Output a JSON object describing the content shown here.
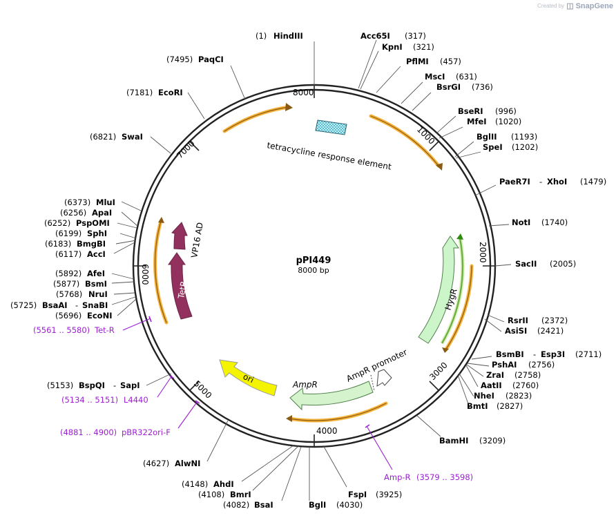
{
  "brand": {
    "prefix": "Created by",
    "logo": "SnapGene"
  },
  "plasmid": {
    "name": "pPI449",
    "length": "8000 bp",
    "total_bp": 8000
  },
  "ticks": [
    "8000",
    "1000",
    "2000",
    "3000",
    "4000",
    "5000",
    "6000",
    "7000"
  ],
  "sites": [
    {
      "id": "hindiii",
      "name": "HindIII",
      "pos": "(1)",
      "side": "L"
    },
    {
      "id": "acc65i",
      "name": "Acc65I",
      "pos": "(317)",
      "side": "R"
    },
    {
      "id": "kpni",
      "name": "KpnI",
      "pos": "(321)",
      "side": "R"
    },
    {
      "id": "pflmi",
      "name": "PflMI",
      "pos": "(457)",
      "side": "R"
    },
    {
      "id": "msci",
      "name": "MscI",
      "pos": "(631)",
      "side": "R"
    },
    {
      "id": "bsrgi",
      "name": "BsrGI",
      "pos": "(736)",
      "side": "R"
    },
    {
      "id": "bseri",
      "name": "BseRI",
      "pos": "(996)",
      "side": "R"
    },
    {
      "id": "mfei",
      "name": "MfeI",
      "pos": "(1020)",
      "side": "R"
    },
    {
      "id": "bglii",
      "name": "BglII",
      "pos": "(1193)",
      "side": "R"
    },
    {
      "id": "spei",
      "name": "SpeI",
      "pos": "(1202)",
      "side": "R"
    },
    {
      "id": "paer7i",
      "name": "PaeR7I",
      "pos": "(1479)",
      "side": "R"
    },
    {
      "id": "xhoi",
      "name": "XhoI",
      "pos": "",
      "side": "R"
    },
    {
      "id": "noti",
      "name": "NotI",
      "pos": "(1740)",
      "side": "R"
    },
    {
      "id": "sacii",
      "name": "SacII",
      "pos": "(2005)",
      "side": "R"
    },
    {
      "id": "rsrii",
      "name": "RsrII",
      "pos": "(2372)",
      "side": "R"
    },
    {
      "id": "asisi",
      "name": "AsiSI",
      "pos": "(2421)",
      "side": "R"
    },
    {
      "id": "bsmbi",
      "name": "BsmBI",
      "pos": "",
      "side": "R"
    },
    {
      "id": "esp3i",
      "name": "Esp3I",
      "pos": "(2711)",
      "side": "R"
    },
    {
      "id": "pshai",
      "name": "PshAI",
      "pos": "(2756)",
      "side": "R"
    },
    {
      "id": "zrai",
      "name": "ZraI",
      "pos": "(2758)",
      "side": "R"
    },
    {
      "id": "aatii",
      "name": "AatII",
      "pos": "(2760)",
      "side": "R"
    },
    {
      "id": "nhei",
      "name": "NheI",
      "pos": "(2823)",
      "side": "R"
    },
    {
      "id": "bmti",
      "name": "BmtI",
      "pos": "(2827)",
      "side": "R"
    },
    {
      "id": "bamhi",
      "name": "BamHI",
      "pos": "(3209)",
      "side": "R"
    },
    {
      "id": "fspi",
      "name": "FspI",
      "pos": "(3925)",
      "side": "R"
    },
    {
      "id": "bgli",
      "name": "BglI",
      "pos": "(4030)",
      "side": "R"
    },
    {
      "id": "bsai",
      "name": "BsaI",
      "pos": "(4082)",
      "side": "L"
    },
    {
      "id": "bmri",
      "name": "BmrI",
      "pos": "(4108)",
      "side": "L"
    },
    {
      "id": "ahdi",
      "name": "AhdI",
      "pos": "(4148)",
      "side": "L"
    },
    {
      "id": "alwni",
      "name": "AlwNI",
      "pos": "(4627)",
      "side": "L"
    },
    {
      "id": "bspqi",
      "name": "BspQI",
      "pos": "(5153)",
      "side": "L"
    },
    {
      "id": "sapi",
      "name": "SapI",
      "pos": "",
      "side": "L"
    },
    {
      "id": "econi",
      "name": "EcoNI",
      "pos": "(5696)",
      "side": "L"
    },
    {
      "id": "bsaai",
      "name": "BsaAI",
      "pos": "(5725)",
      "side": "L"
    },
    {
      "id": "snabi",
      "name": "SnaBI",
      "pos": "",
      "side": "L"
    },
    {
      "id": "nrui",
      "name": "NruI",
      "pos": "(5768)",
      "side": "L"
    },
    {
      "id": "bsmi",
      "name": "BsmI",
      "pos": "(5877)",
      "side": "L"
    },
    {
      "id": "afei",
      "name": "AfeI",
      "pos": "(5892)",
      "side": "L"
    },
    {
      "id": "acci",
      "name": "AccI",
      "pos": "(6117)",
      "side": "L"
    },
    {
      "id": "bmgbi",
      "name": "BmgBI",
      "pos": "(6183)",
      "side": "L"
    },
    {
      "id": "sphi",
      "name": "SphI",
      "pos": "(6199)",
      "side": "L"
    },
    {
      "id": "pspomi",
      "name": "PspOMI",
      "pos": "(6252)",
      "side": "L"
    },
    {
      "id": "apai",
      "name": "ApaI",
      "pos": "(6256)",
      "side": "L"
    },
    {
      "id": "mlui",
      "name": "MluI",
      "pos": "(6373)",
      "side": "L"
    },
    {
      "id": "swai",
      "name": "SwaI",
      "pos": "(6821)",
      "side": "L"
    },
    {
      "id": "ecori",
      "name": "EcoRI",
      "pos": "(7181)",
      "side": "L"
    },
    {
      "id": "paqci",
      "name": "PaqCI",
      "pos": "(7495)",
      "side": "L"
    }
  ],
  "primers": [
    {
      "id": "tet-r",
      "name": "Tet-R",
      "range": "(5561 .. 5580)"
    },
    {
      "id": "l4440",
      "name": "L4440",
      "range": "(5134 .. 5151)"
    },
    {
      "id": "pbr322ori-f",
      "name": "pBR322ori-F",
      "range": "(4881 .. 4900)"
    },
    {
      "id": "amp-r",
      "name": "Amp-R",
      "range": "(3579 .. 3598)"
    }
  ],
  "features": {
    "tre": "tetracycline response element",
    "hygr": "HygR",
    "ampr": "AmpR",
    "ampr_promoter": "AmpR promoter",
    "ori": "ori",
    "tetr": "TetR",
    "vp16": "VP16 AD"
  },
  "colors": {
    "backbone": "#222222",
    "primer": "#9b1fd0",
    "orf_orange": "#f6b33c",
    "hygr_fill": "#ccf5c9",
    "hygr_line": "#2f8a12",
    "ampr_fill": "#d5f3cd",
    "ori_fill": "#f4f400",
    "tetr_fill": "#92315e",
    "tre_fill": "#39b6d0"
  }
}
